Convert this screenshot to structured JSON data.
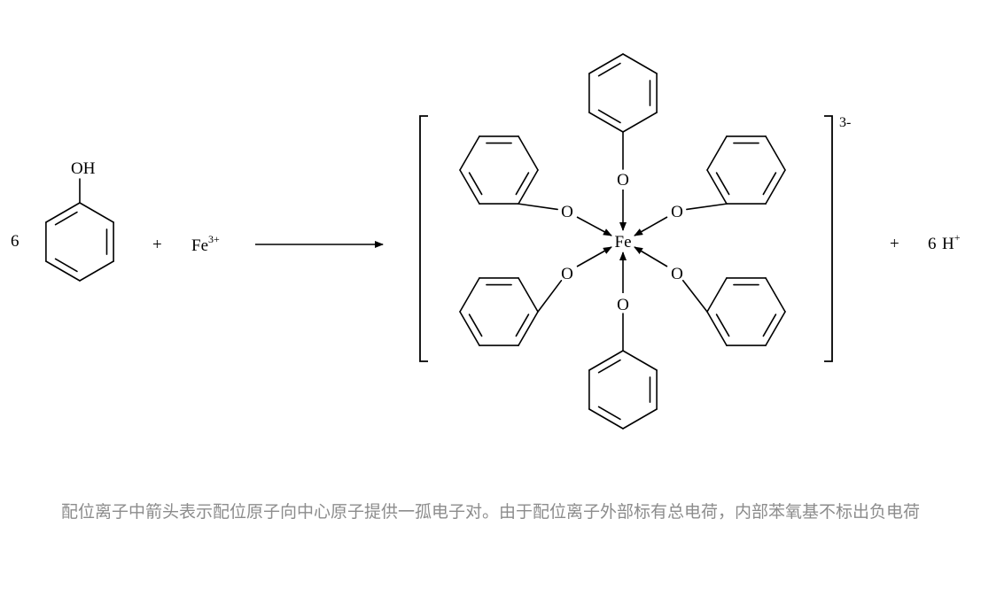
{
  "reaction": {
    "reactant_coefficient": "6",
    "phenol_label": "OH",
    "plus_1": "+",
    "iron_ion": {
      "symbol": "Fe",
      "charge": "3+"
    },
    "complex": {
      "center": "Fe",
      "oxygen": "O",
      "ligand_count": 6,
      "charge": "3-"
    },
    "plus_2": "+",
    "product_coefficient": "6",
    "proton": {
      "symbol": "H",
      "charge": "+"
    }
  },
  "caption": "配位离子中箭头表示配位原子向中心原子提供一孤电子对。由于配位离子外部标有总电荷，内部苯氧基不标出负电荷"
}
